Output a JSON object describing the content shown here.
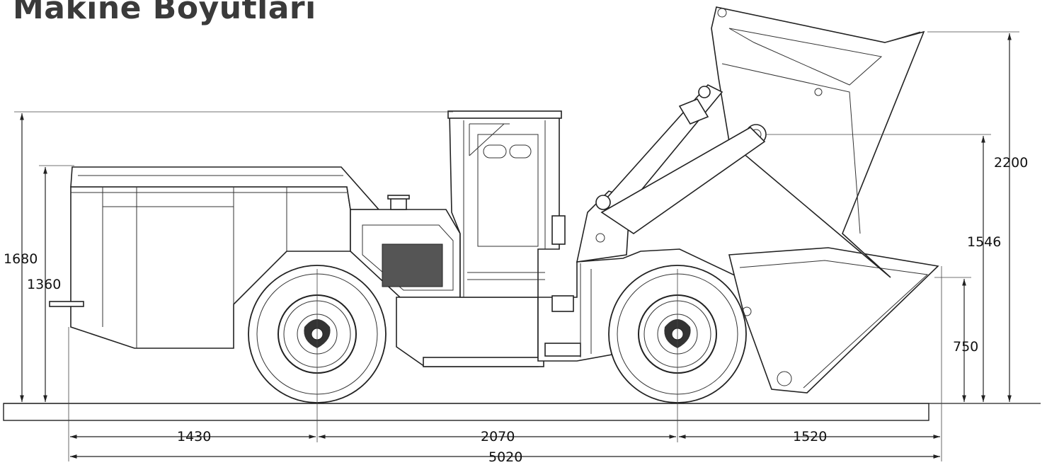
{
  "title": "Makine Boyutları",
  "dimensions": {
    "overall_height_cab": "1680",
    "height_canopy_rear": "1360",
    "raised_bucket_height": "2200",
    "hinge_pin_height": "1546",
    "bucket_lip_height": "750",
    "rear_overhang": "1430",
    "wheelbase": "2070",
    "front_overhang": "1520",
    "overall_length": "5020"
  }
}
